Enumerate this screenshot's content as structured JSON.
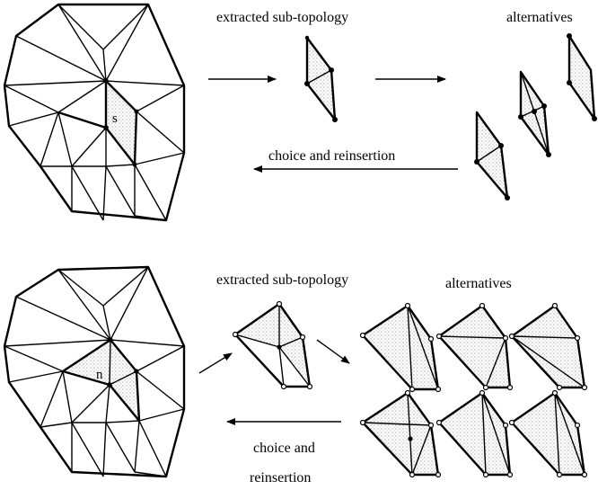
{
  "top": {
    "extracted_label": "extracted sub-topology",
    "alternatives_label": "alternatives",
    "choice_label": "choice and reinsertion",
    "vertex_label": "s"
  },
  "bottom": {
    "extracted_label": "extracted sub-topology",
    "alternatives_label": "alternatives",
    "choice_label_line1": "choice and",
    "choice_label_line2": "reinsertion",
    "vertex_label": "n"
  }
}
